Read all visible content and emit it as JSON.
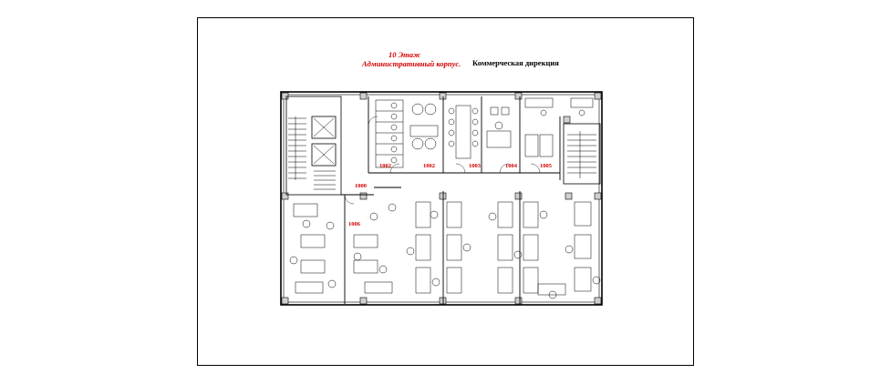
{
  "sheet": {
    "floor_title": "10 Этаж",
    "building_title": "Административный корпус.",
    "department_title": "Коммерческая дирекция"
  },
  "rooms": [
    {
      "id": "r1002a",
      "number": "1002"
    },
    {
      "id": "r1002b",
      "number": "1002"
    },
    {
      "id": "r1003",
      "number": "1003"
    },
    {
      "id": "r1004",
      "number": "1004"
    },
    {
      "id": "r1005",
      "number": "1005"
    },
    {
      "id": "r1006",
      "number": "1006"
    },
    {
      "id": "r1000",
      "number": "1000"
    }
  ],
  "colors": {
    "title_red": "#d00000",
    "line": "#000000",
    "column_fill": "#d0d0d0"
  }
}
